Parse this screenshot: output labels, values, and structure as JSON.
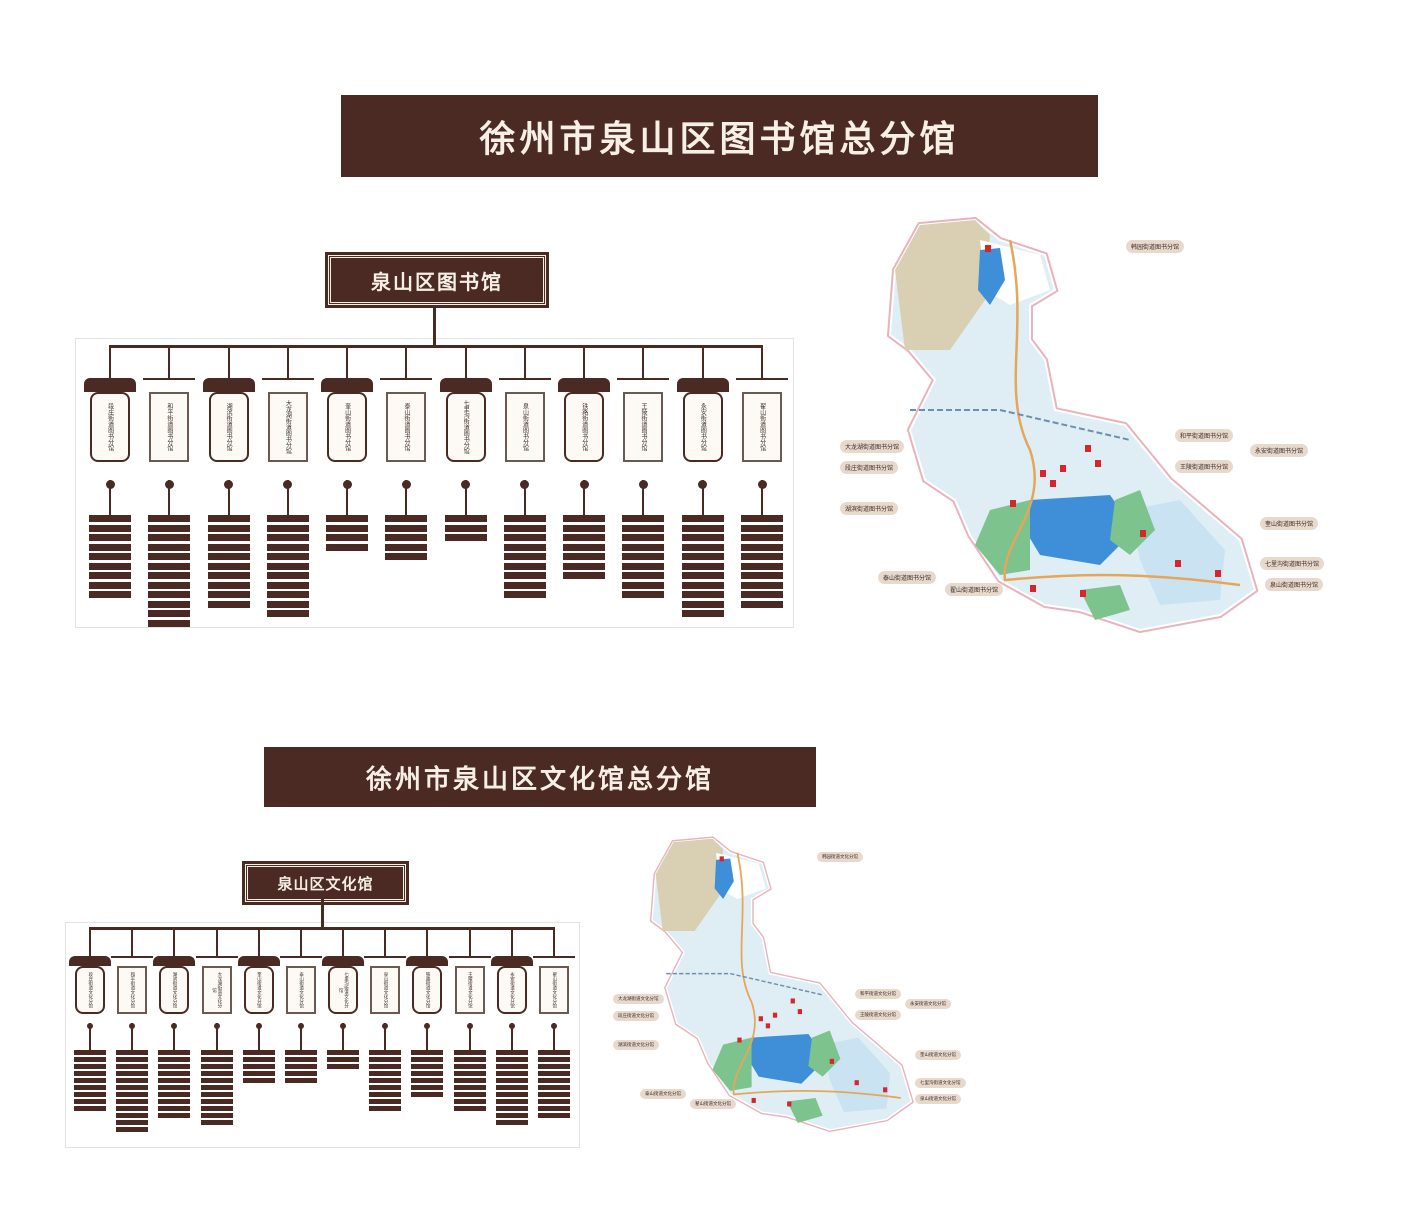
{
  "library": {
    "title": "徐州市泉山区图书馆总分馆",
    "root": "泉山区图书馆",
    "branches": [
      {
        "name": "段庄街道图书分馆",
        "rows": 9
      },
      {
        "name": "和平街道图书分馆",
        "rows": 12
      },
      {
        "name": "湖滨街道图书分馆",
        "rows": 10
      },
      {
        "name": "大龙湖街道图书分馆",
        "rows": 11
      },
      {
        "name": "奎山街道图书分馆",
        "rows": 4
      },
      {
        "name": "泰山街道图书分馆",
        "rows": 5
      },
      {
        "name": "七里沟街道图书分馆",
        "rows": 3
      },
      {
        "name": "泉山街道图书分馆",
        "rows": 9
      },
      {
        "name": "铁路街道图书分馆",
        "rows": 7
      },
      {
        "name": "王陵街道图书分馆",
        "rows": 9
      },
      {
        "name": "永安街道图书分馆",
        "rows": 11
      },
      {
        "name": "翟山街道图书分馆",
        "rows": 10
      }
    ],
    "map_labels": [
      "韩园街道图书分馆",
      "和平街道图书分馆",
      "永安街道图书分馆",
      "王陵街道图书分馆",
      "大龙湖街道图书分馆",
      "段庄街道图书分馆",
      "湖滨街道图书分馆",
      "奎山街道图书分馆",
      "七里沟街道图书分馆",
      "泰山街道图书分馆",
      "泉山街道图书分馆",
      "翟山街道图书分馆"
    ]
  },
  "culture": {
    "title": "徐州市泉山区文化馆总分馆",
    "root": "泉山区文化馆",
    "branches": [
      {
        "name": "段庄街道文化分馆",
        "rows": 9
      },
      {
        "name": "和平街道文化分馆",
        "rows": 12
      },
      {
        "name": "湖滨街道文化分馆",
        "rows": 10
      },
      {
        "name": "大龙湖街道文化分馆",
        "rows": 11
      },
      {
        "name": "奎山街道文化分馆",
        "rows": 5
      },
      {
        "name": "泰山街道文化分馆",
        "rows": 5
      },
      {
        "name": "七里沟街道文化分馆",
        "rows": 3
      },
      {
        "name": "泉山街道文化分馆",
        "rows": 9
      },
      {
        "name": "铁路街道文化分馆",
        "rows": 7
      },
      {
        "name": "王陵街道文化分馆",
        "rows": 9
      },
      {
        "name": "永安街道文化分馆",
        "rows": 11
      },
      {
        "name": "翟山街道文化分馆",
        "rows": 10
      }
    ],
    "map_labels": [
      "韩园街道文化分馆",
      "和平街道文化分馆",
      "永安街道文化分馆",
      "王陵街道文化分馆",
      "大龙湖街道文化分馆",
      "段庄街道文化分馆",
      "湖滨街道文化分馆",
      "奎山街道文化分馆",
      "七里沟街道文化分馆",
      "泰山街道文化分馆",
      "泉山街道文化分馆",
      "翟山街道文化分馆"
    ]
  },
  "colors": {
    "brown": "#4a2a22",
    "cream": "#f6efe4",
    "label_bg": "#e8d9cd",
    "water": "#3f8fd8",
    "green": "#7cc38e",
    "land_light": "#dfeef5",
    "land_tan": "#d9d0b4",
    "map_outline": "#f2c9cf",
    "pin_red": "#d8242b"
  }
}
